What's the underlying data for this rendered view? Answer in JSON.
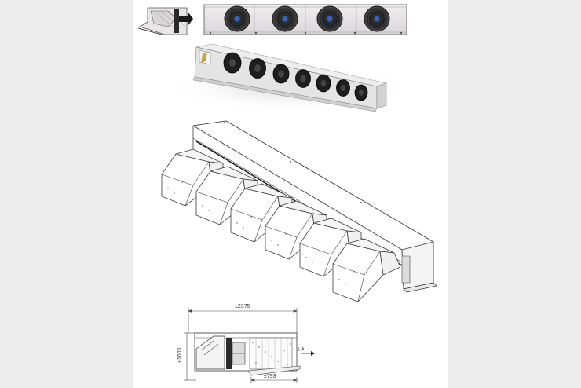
{
  "dimensions": {
    "length_label": "±2375",
    "height_label": "±1005",
    "depth_label": "±793",
    "airflow_label": "L/A"
  },
  "colors": {
    "background": "#ececec",
    "sheet": "#ffffff",
    "casing": "#e7e4e6",
    "casing_top": "#f4f4f4",
    "fan_ring": "#2b2b2b",
    "fan_hub": "#2f63c8",
    "line_drawing": "#444444"
  },
  "views": [
    {
      "name": "side-view-thumbnail"
    },
    {
      "name": "front-view-fans",
      "fan_count": 4
    },
    {
      "name": "perspective-render",
      "fan_count": 7
    },
    {
      "name": "isometric-line-drawing",
      "hood_count": 6
    },
    {
      "name": "dimensioned-side-drawing"
    }
  ]
}
